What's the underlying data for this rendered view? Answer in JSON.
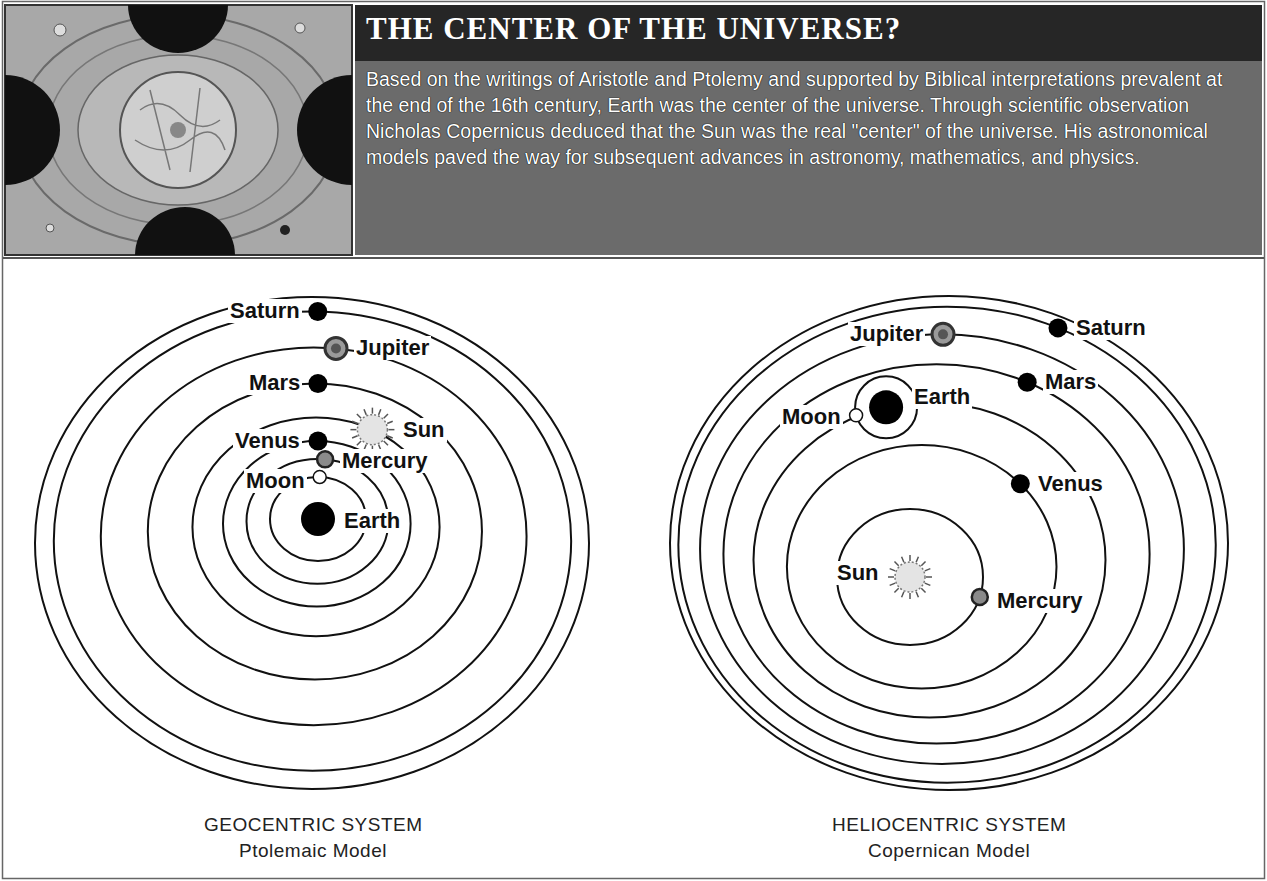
{
  "diagram": {
    "title": "THE CENTER OF THE UNIVERSE?",
    "labels": [
      "Based on the writings of Aristotle and Ptolemy and supported by Biblical interpretations prevalent at the end of the 16th century, Earth was the center of the universe. Through scientific observation Nicholas Copernicus deduced that the Sun was the real \"center\" of the universe. His astronomical models paved the way for subsequent advances in astronomy, mathematics, and physics.",
      "Saturn",
      "Jupiter",
      "Mars",
      "Sun",
      "Venus",
      "Mercury",
      "Moon",
      "Earth",
      "GEOCENTRIC SYSTEM",
      "Ptolemaic Model",
      "Jupiter",
      "Saturn",
      "Mars",
      "Earth",
      "Moon",
      "Venus",
      "Sun",
      "Mercury",
      "HELIOCENTRIC SYSTEM",
      "Copernican Model"
    ]
  }
}
